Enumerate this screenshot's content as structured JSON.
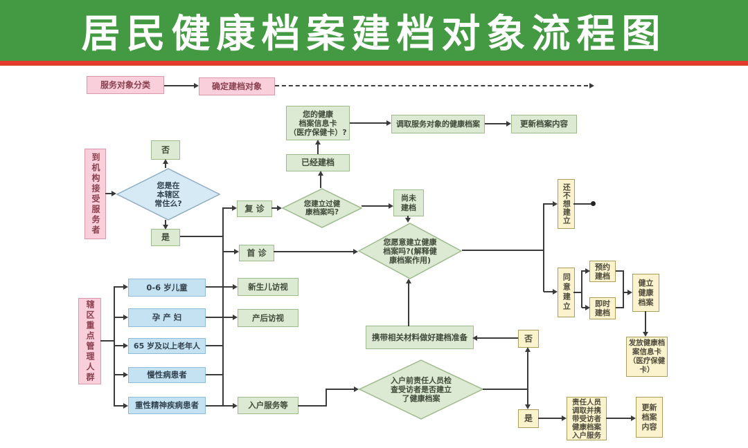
{
  "title": "居民健康档案建档对象流程图",
  "colors": {
    "header_green": "#449a43",
    "divider_red": "#e23b2e",
    "pink_fill": "#f9cfdb",
    "pink_border": "#db98ab",
    "green_fill": "#dcead3",
    "green_border": "#9cba8c",
    "blue_box_fill": "#c5e2f2",
    "blue_diamond_fill": "#d6eaf6",
    "yellow_fill": "#fbf3cd",
    "yellow_border": "#ab9d58",
    "connector": "#3a3a3a"
  },
  "nodes": {
    "service_classification": "服务对象分类",
    "confirm_target": "确定建档对象",
    "health_card_q": "您的健康\n档案信息卡\n（医疗保健卡）?",
    "retrieve_archive": "调取服务对象的健康档案",
    "update_archive_top": "更新档案内容",
    "already_filed": "已经建档",
    "no_top": "否",
    "reside_q": "您是在\n本辖区\n常住么?",
    "yes_top": "是",
    "org_visitor": "到机构接受服务者",
    "return_visit": "复 诊",
    "first_visit": "首 诊",
    "built_q": "您建立过健\n康档案吗?",
    "not_yet_filed": "尚未\n建档",
    "willing_q": "您愿意建立健康\n档案吗?(解释健\n康档案作用)",
    "not_want": "还不想建立",
    "agree": "同意建立",
    "appointment_filing": "预约\n建档",
    "instant_filing": "即时\n建档",
    "establish_archive": "健立\n健康\n档案",
    "issue_card": "发放健康档\n案信息卡\n（医疗保健\n卡）",
    "carry_materials": "携带相关材料做好建档准备",
    "no_bottom": "否",
    "visit_check_q": "入户前责任人员检\n查受访者是否建立\n了健康档案",
    "yes_bottom": "是",
    "staff_retrieve": "责任人员\n调取并携\n带受访者\n健康档案\n入户服务",
    "update_archive_bottom": "更新\n档案\n内容",
    "district_group": "辖区重点管理人群",
    "children": "0-6 岁儿童",
    "pregnant": "孕 产 妇",
    "elderly": "65 岁及以上老年人",
    "chronic": "慢性病患者",
    "mental": "重性精神疾病患者",
    "newborn_visit": "新生儿访视",
    "postpartum_visit": "产后访视",
    "home_service": "入户服务等"
  }
}
